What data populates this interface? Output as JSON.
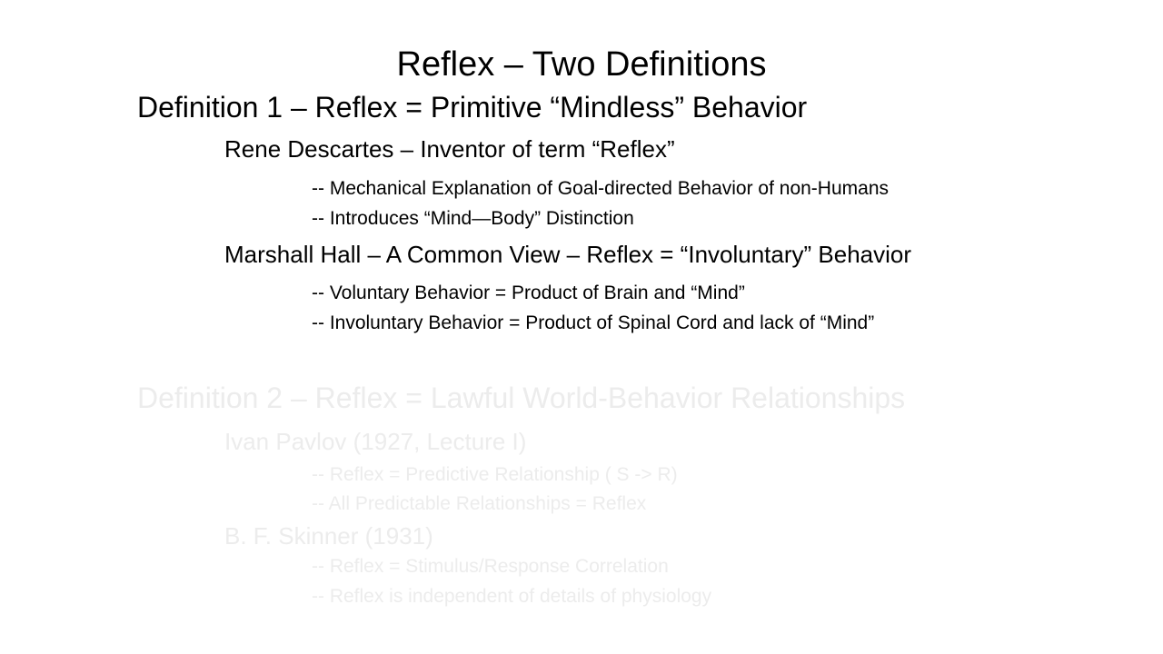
{
  "title": "Reflex – Two Definitions",
  "definition1": {
    "heading": "Definition 1 – Reflex = Primitive “Mindless” Behavior",
    "sections": [
      {
        "label": "Rene Descartes – Inventor of term “Reflex”",
        "bullets": [
          "-- Mechanical Explanation of Goal-directed Behavior of non-Humans",
          "-- Introduces “Mind—Body” Distinction"
        ]
      },
      {
        "label": "Marshall Hall – A Common View – Reflex = “Involuntary” Behavior",
        "bullets": [
          "-- Voluntary Behavior = Product of Brain and “Mind”",
          "-- Involuntary Behavior = Product of Spinal Cord and lack of “Mind”"
        ]
      }
    ]
  },
  "definition2": {
    "heading": "Definition 2 – Reflex = Lawful World-Behavior Relationships",
    "sections": [
      {
        "label": "Ivan Pavlov (1927, Lecture I)",
        "bullets": [
          "-- Reflex = Predictive Relationship ( S -> R)",
          "-- All Predictable Relationships = Reflex"
        ]
      },
      {
        "label": "B. F. Skinner (1931)",
        "bullets": [
          "-- Reflex  = Stimulus/Response Correlation",
          "-- Reflex is independent of details of physiology"
        ]
      }
    ]
  },
  "colors": {
    "active_text": "#000000",
    "dimmed_text": "#ececec",
    "background": "#ffffff"
  }
}
